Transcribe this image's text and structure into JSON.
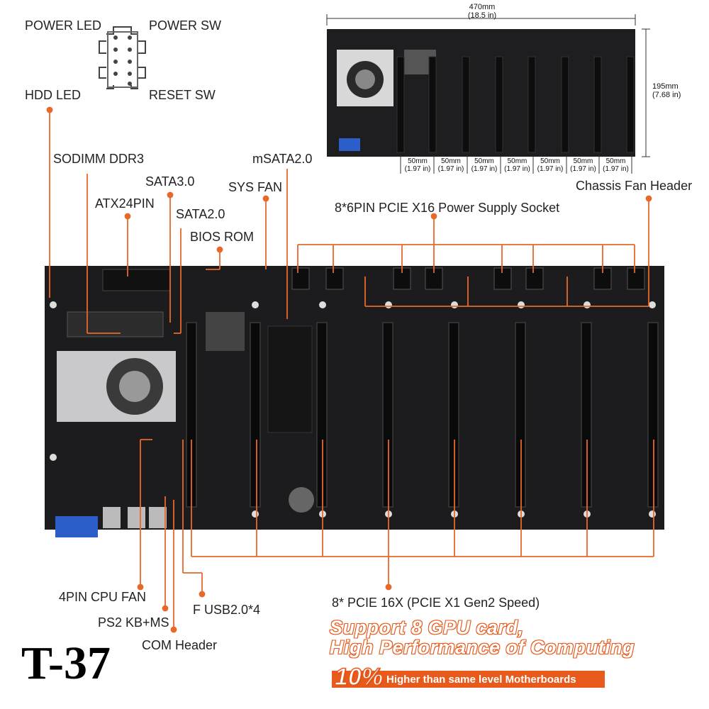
{
  "labels": {
    "power_led": "POWER LED",
    "power_sw": "POWER SW",
    "hdd_led": "HDD  LED",
    "reset_sw": "RESET SW",
    "sodimm": "SODIMM DDR3",
    "msata": "mSATA2.0",
    "sata3": "SATA3.0",
    "sys_fan": "SYS FAN",
    "atx24": "ATX24PIN",
    "sata2": "SATA2.0",
    "bios_rom": "BIOS ROM",
    "chassis_fan": "Chassis Fan Header",
    "pcie_power": "8*6PIN PCIE X16 Power Supply Socket",
    "cpu_fan": "4PIN CPU FAN",
    "ps2": "PS2 KB+MS",
    "com": "COM Header",
    "fusb": "F USB2.0*4",
    "pcie_slots": "8* PCIE 16X (PCIE X1 Gen2 Speed)"
  },
  "dimensions": {
    "width_mm": "470mm",
    "width_in": "(18.5 in)",
    "height_mm": "195mm",
    "height_in": "(7.68 in)",
    "slot_spacing": [
      {
        "mm": "50mm",
        "in": "(1.97 in)"
      },
      {
        "mm": "50mm",
        "in": "(1.97 in)"
      },
      {
        "mm": "50mm",
        "in": "(1.97 in)"
      },
      {
        "mm": "50mm",
        "in": "(1.97 in)"
      },
      {
        "mm": "50mm",
        "in": "(1.97 in)"
      },
      {
        "mm": "50mm",
        "in": "(1.97 in)"
      },
      {
        "mm": "50mm",
        "in": "(1.97 in)"
      }
    ]
  },
  "model": "T-37",
  "promo": {
    "line1": "Support 8 GPU card,",
    "line2": "High Performance of Computing",
    "percent": "10%",
    "tagline": "Higher than same level Motherboards"
  },
  "colors": {
    "accent": "#e85a1c",
    "board": "#1c1c1e",
    "callout_line": "#e8682a"
  }
}
